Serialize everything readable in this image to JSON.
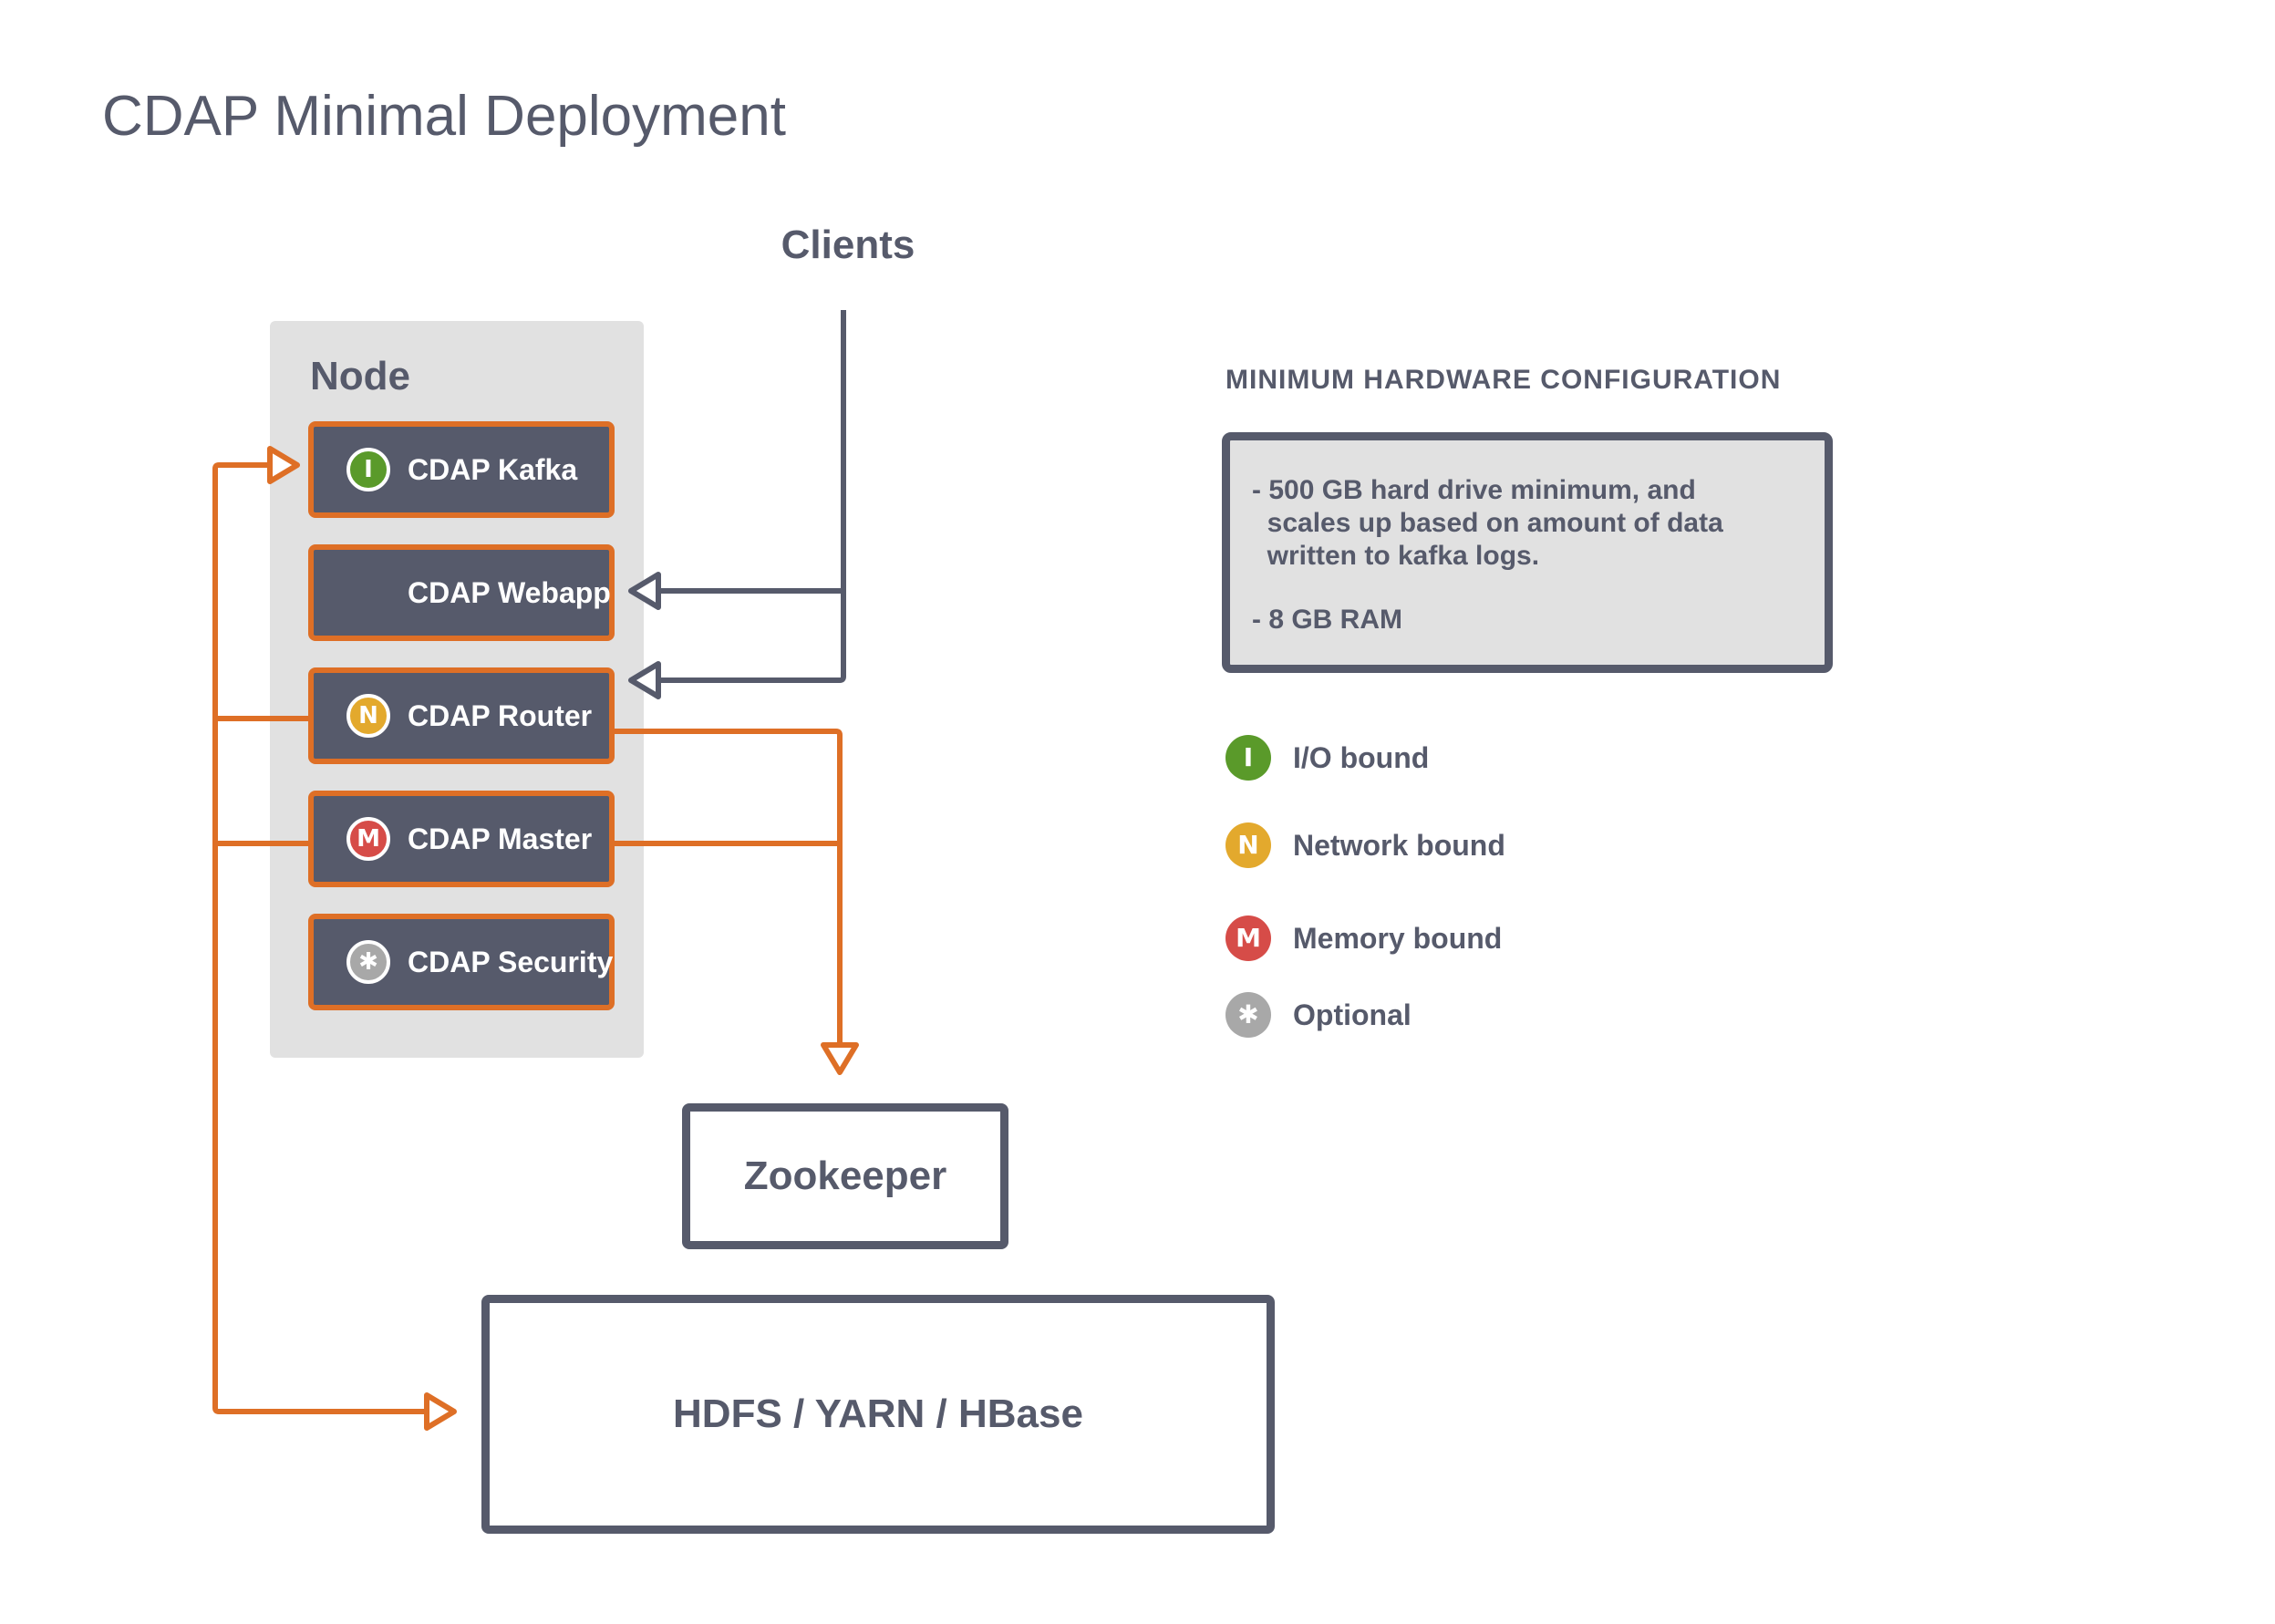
{
  "title": "CDAP Minimal Deployment",
  "clients_label": "Clients",
  "node": {
    "title": "Node",
    "services": [
      {
        "label": "CDAP Kafka",
        "badge": "I",
        "badge_kind": "io"
      },
      {
        "label": "CDAP Webapp",
        "badge": "",
        "badge_kind": "none"
      },
      {
        "label": "CDAP Router",
        "badge": "N",
        "badge_kind": "network"
      },
      {
        "label": "CDAP Master",
        "badge": "M",
        "badge_kind": "memory"
      },
      {
        "label": "CDAP Security",
        "badge": "✱",
        "badge_kind": "optional"
      }
    ]
  },
  "zookeeper": {
    "label": "Zookeeper"
  },
  "storage": {
    "label": "HDFS / YARN / HBase"
  },
  "hardware": {
    "title": "MINIMUM HARDWARE CONFIGURATION",
    "lines": [
      "- 500 GB hard drive minimum, and",
      "  scales up based on amount of data",
      "  written to kafka logs.",
      "- 8 GB RAM"
    ]
  },
  "legend": [
    {
      "symbol": "I",
      "label": "I/O bound",
      "color": "#5a9a2a"
    },
    {
      "symbol": "N",
      "label": "Network bound",
      "color": "#e3a92d"
    },
    {
      "symbol": "M",
      "label": "Memory bound",
      "color": "#d64c48"
    },
    {
      "symbol": "✱",
      "label": "Optional",
      "color": "#a8a8a8"
    }
  ],
  "colors": {
    "text": "#565a6b",
    "box_fill": "#565a6b",
    "accent_orange": "#de6f26",
    "panel": "#e1e1e1"
  },
  "icons": [
    "io-badge-icon",
    "network-badge-icon",
    "memory-badge-icon",
    "optional-asterisk-icon",
    "arrowhead-icon"
  ]
}
